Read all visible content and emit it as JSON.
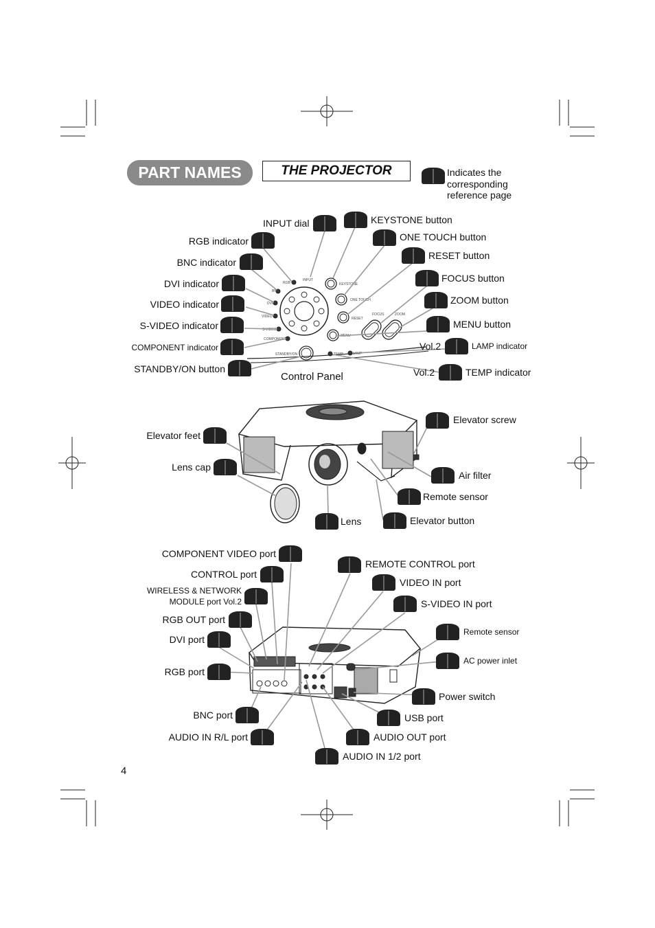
{
  "header": {
    "title": "PART NAMES",
    "subtitle": "THE PROJECTOR",
    "legend": "Indicates the\ncorresponding\nreference page"
  },
  "control_panel": {
    "caption": "Control Panel",
    "labels": {
      "input_dial": "INPUT dial",
      "rgb_indicator": "RGB indicator",
      "bnc_indicator": "BNC indicator",
      "dvi_indicator": "DVI indicator",
      "video_indicator": "VIDEO indicator",
      "svideo_indicator": "S-VIDEO indicator",
      "component_indicator": "COMPONENT indicator",
      "standby_button": "STANDBY/ON button",
      "keystone_button": "KEYSTONE button",
      "one_touch_button": "ONE TOUCH button",
      "reset_button": "RESET button",
      "focus_button": "FOCUS button",
      "zoom_button": "ZOOM button",
      "menu_button": "MENU button",
      "lamp_vol": "Vol.2",
      "lamp_indicator": "LAMP indicator",
      "temp_vol": "Vol.2",
      "temp_indicator": "TEMP indicator"
    },
    "panel_text": {
      "input": "INPUT",
      "rgb": "RGB",
      "bnc": "BNC",
      "dvi": "DVI",
      "video": "VIDEO",
      "svideo": "S-VIDEO",
      "component": "COMPONENT",
      "standby": "STANDBY/ON",
      "keystone": "KEYSTONE",
      "one_touch": "ONE TOUCH",
      "reset": "RESET",
      "menu": "MENU",
      "focus": "FOCUS",
      "zoom": "ZOOM",
      "temp": "TEMP",
      "lamp": "LAMP"
    }
  },
  "front_view": {
    "labels": {
      "elevator_feet": "Elevator feet",
      "lens_cap": "Lens cap",
      "elevator_screw": "Elevator screw",
      "air_filter": "Air filter",
      "remote_sensor": "Remote sensor",
      "lens": "Lens",
      "elevator_button": "Elevator button"
    }
  },
  "rear_view": {
    "labels": {
      "component_video_port": "COMPONENT VIDEO port",
      "control_port": "CONTROL port",
      "wireless_line1": "WIRELESS & NETWORK",
      "wireless_line2": "MODULE port  Vol.2",
      "rgb_out_port": "RGB OUT port",
      "dvi_port": "DVI port",
      "rgb_port": "RGB port",
      "bnc_port": "BNC port",
      "audio_in_rl": "AUDIO IN R/L port",
      "remote_control_port": "REMOTE CONTROL port",
      "video_in_port": "VIDEO IN port",
      "svideo_in_port": "S-VIDEO IN port",
      "remote_sensor": "Remote sensor",
      "ac_inlet": "AC power inlet",
      "power_switch": "Power switch",
      "usb_port": "USB port",
      "audio_out_port": "AUDIO OUT port",
      "audio_in_12": "AUDIO IN 1/2 port"
    }
  },
  "footer": {
    "page_number": "4"
  }
}
